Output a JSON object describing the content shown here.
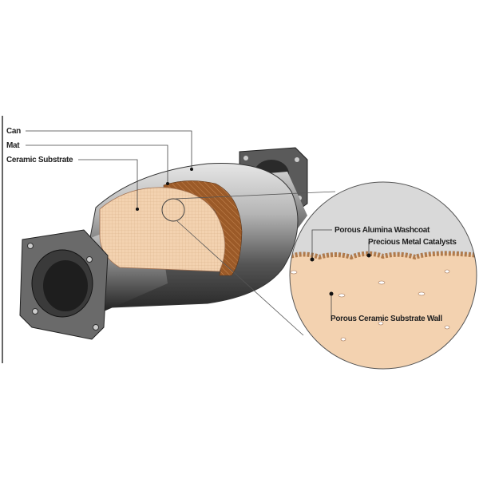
{
  "labels": {
    "can": "Can",
    "mat": "Mat",
    "ceramic_substrate": "Ceramic Substrate",
    "washcoat": "Porous Alumina Washcoat",
    "catalysts": "Precious Metal Catalysts",
    "substrate_wall": "Porous Ceramic Substrate Wall"
  },
  "colors": {
    "substrate": "#f3d2b0",
    "mat": "#a0622f",
    "metal": "#8a8a8a",
    "zoom_gas": "#d9d9d9"
  }
}
